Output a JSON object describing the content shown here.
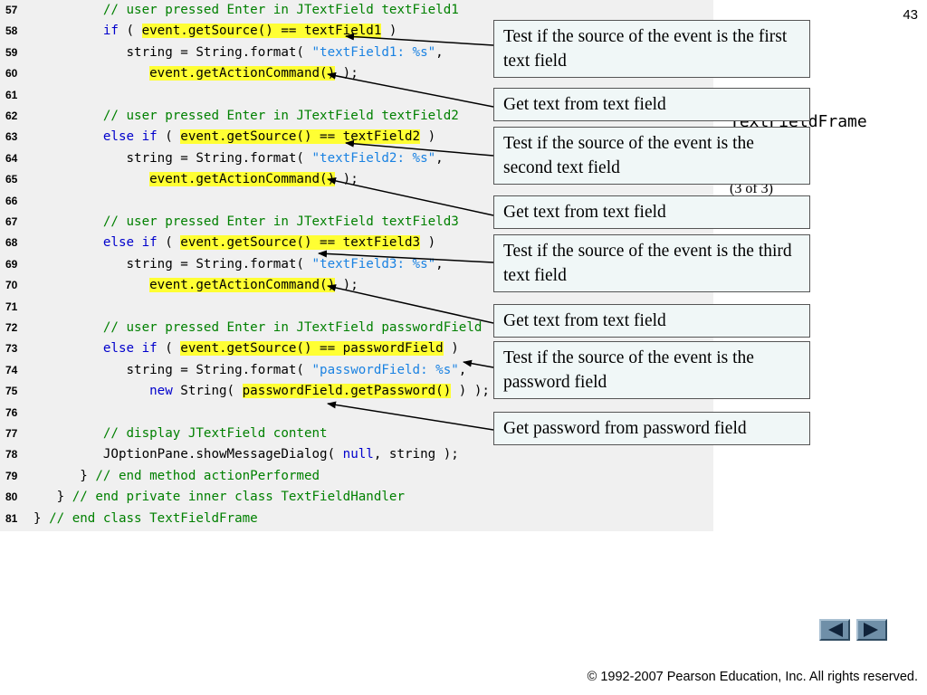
{
  "slide": {
    "number": "43",
    "partial_title_tail": "TextFieldFrame",
    "partial_page": "(3 of 3)",
    "footer": "© 1992-2007 Pearson Education, Inc.  All rights reserved."
  },
  "code": {
    "lines": [
      {
        "n": "57",
        "t": [
          {
            "c": "cm",
            "x": "         // user pressed Enter in JTextField textField1"
          }
        ]
      },
      {
        "n": "58",
        "t": [
          {
            "c": "",
            "x": "         "
          },
          {
            "c": "kw",
            "x": "if"
          },
          {
            "c": "",
            "x": " ( "
          },
          {
            "c": "hl",
            "x": "event.getSource() == textField1"
          },
          {
            "c": "",
            "x": " )"
          }
        ]
      },
      {
        "n": "59",
        "t": [
          {
            "c": "",
            "x": "            string = String.format( "
          },
          {
            "c": "st",
            "x": "\"textField1: %s\""
          },
          {
            "c": "",
            "x": ","
          }
        ]
      },
      {
        "n": "60",
        "t": [
          {
            "c": "",
            "x": "               "
          },
          {
            "c": "hl",
            "x": "event.getActionCommand()"
          },
          {
            "c": "",
            "x": " );"
          }
        ]
      },
      {
        "n": "61",
        "t": [
          {
            "c": "",
            "x": ""
          }
        ]
      },
      {
        "n": "62",
        "t": [
          {
            "c": "cm",
            "x": "         // user pressed Enter in JTextField textField2"
          }
        ]
      },
      {
        "n": "63",
        "t": [
          {
            "c": "",
            "x": "         "
          },
          {
            "c": "kw",
            "x": "else if"
          },
          {
            "c": "",
            "x": " ( "
          },
          {
            "c": "hl",
            "x": "event.getSource() == textField2"
          },
          {
            "c": "",
            "x": " )"
          }
        ]
      },
      {
        "n": "64",
        "t": [
          {
            "c": "",
            "x": "            string = String.format( "
          },
          {
            "c": "st",
            "x": "\"textField2: %s\""
          },
          {
            "c": "",
            "x": ","
          }
        ]
      },
      {
        "n": "65",
        "t": [
          {
            "c": "",
            "x": "               "
          },
          {
            "c": "hl",
            "x": "event.getActionCommand()"
          },
          {
            "c": "",
            "x": " );"
          }
        ]
      },
      {
        "n": "66",
        "t": [
          {
            "c": "",
            "x": ""
          }
        ]
      },
      {
        "n": "67",
        "t": [
          {
            "c": "cm",
            "x": "         // user pressed Enter in JTextField textField3"
          }
        ]
      },
      {
        "n": "68",
        "t": [
          {
            "c": "",
            "x": "         "
          },
          {
            "c": "kw",
            "x": "else if"
          },
          {
            "c": "",
            "x": " ( "
          },
          {
            "c": "hl",
            "x": "event.getSource() == textField3"
          },
          {
            "c": "",
            "x": " )"
          }
        ]
      },
      {
        "n": "69",
        "t": [
          {
            "c": "",
            "x": "            string = String.format( "
          },
          {
            "c": "st",
            "x": "\"textField3: %s\""
          },
          {
            "c": "",
            "x": ","
          }
        ]
      },
      {
        "n": "70",
        "t": [
          {
            "c": "",
            "x": "               "
          },
          {
            "c": "hl",
            "x": "event.getActionCommand()"
          },
          {
            "c": "",
            "x": " );"
          }
        ]
      },
      {
        "n": "71",
        "t": [
          {
            "c": "",
            "x": ""
          }
        ]
      },
      {
        "n": "72",
        "t": [
          {
            "c": "cm",
            "x": "         // user pressed Enter in JTextField passwordField"
          }
        ]
      },
      {
        "n": "73",
        "t": [
          {
            "c": "",
            "x": "         "
          },
          {
            "c": "kw",
            "x": "else if"
          },
          {
            "c": "",
            "x": " ( "
          },
          {
            "c": "hl",
            "x": "event.getSource() == passwordField"
          },
          {
            "c": "",
            "x": " )"
          }
        ]
      },
      {
        "n": "74",
        "t": [
          {
            "c": "",
            "x": "            string = String.format( "
          },
          {
            "c": "st",
            "x": "\"passwordField: %s\""
          },
          {
            "c": "",
            "x": ","
          }
        ]
      },
      {
        "n": "75",
        "t": [
          {
            "c": "",
            "x": "               "
          },
          {
            "c": "kw",
            "x": "new"
          },
          {
            "c": "",
            "x": " String( "
          },
          {
            "c": "hl",
            "x": "passwordField.getPassword()"
          },
          {
            "c": "",
            "x": " ) );"
          }
        ]
      },
      {
        "n": "76",
        "t": [
          {
            "c": "",
            "x": ""
          }
        ]
      },
      {
        "n": "77",
        "t": [
          {
            "c": "cm",
            "x": "         // display JTextField content"
          }
        ]
      },
      {
        "n": "78",
        "t": [
          {
            "c": "",
            "x": "         JOptionPane.showMessageDialog( "
          },
          {
            "c": "kw",
            "x": "null"
          },
          {
            "c": "",
            "x": ", string );"
          }
        ]
      },
      {
        "n": "79",
        "t": [
          {
            "c": "",
            "x": "      } "
          },
          {
            "c": "cm",
            "x": "// end method actionPerformed"
          }
        ]
      },
      {
        "n": "80",
        "t": [
          {
            "c": "",
            "x": "   } "
          },
          {
            "c": "cm",
            "x": "// end private inner class TextFieldHandler"
          }
        ]
      },
      {
        "n": "81",
        "t": [
          {
            "c": "",
            "x": "} "
          },
          {
            "c": "cm",
            "x": "// end class TextFieldFrame"
          }
        ]
      }
    ]
  },
  "callouts": [
    {
      "text": "Test if the source of the event is the first text field"
    },
    {
      "text": "Get text from text field"
    },
    {
      "text": "Test if the source of the event is the second text field"
    },
    {
      "text": "Get text from text field"
    },
    {
      "text": "Test if the source of the event is the third text field"
    },
    {
      "text": "Get text from text field"
    },
    {
      "text": "Test if the source of the event is the password field"
    },
    {
      "text": "Get password from password field"
    }
  ],
  "nav": {
    "prev_icon": "triangle-left-icon",
    "next_icon": "triangle-right-icon",
    "color": "#6f8fa8"
  },
  "colors": {
    "comment": "#008000",
    "keyword": "#0000cc",
    "string": "#1a82e2",
    "highlight": "#ffff33"
  }
}
